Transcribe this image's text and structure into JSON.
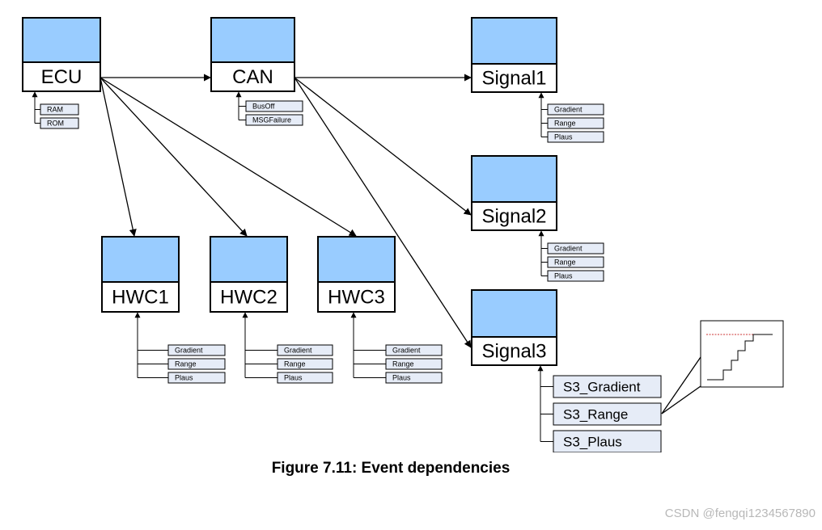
{
  "nodes": [
    {
      "id": "ecu",
      "label": "ECU"
    },
    {
      "id": "can",
      "label": "CAN"
    },
    {
      "id": "signal1",
      "label": "Signal1"
    },
    {
      "id": "signal2",
      "label": "Signal2"
    },
    {
      "id": "signal3",
      "label": "Signal3"
    },
    {
      "id": "hwc1",
      "label": "HWC1"
    },
    {
      "id": "hwc2",
      "label": "HWC2"
    },
    {
      "id": "hwc3",
      "label": "HWC3"
    }
  ],
  "edges": [
    {
      "from": "ecu",
      "to": "can"
    },
    {
      "from": "ecu",
      "to": "hwc1"
    },
    {
      "from": "ecu",
      "to": "hwc2"
    },
    {
      "from": "ecu",
      "to": "hwc3"
    },
    {
      "from": "can",
      "to": "signal1"
    },
    {
      "from": "can",
      "to": "signal2"
    },
    {
      "from": "can",
      "to": "signal3"
    }
  ],
  "subevents": {
    "ecu": [
      "RAM",
      "ROM"
    ],
    "can": [
      "BusOff",
      "MSGFailure"
    ],
    "signal1": [
      "Gradient",
      "Range",
      "Plaus"
    ],
    "signal2": [
      "Gradient",
      "Range",
      "Plaus"
    ],
    "signal3": [
      "S3_Gradient",
      "S3_Range",
      "S3_Plaus"
    ],
    "hwc1": [
      "Gradient",
      "Range",
      "Plaus"
    ],
    "hwc2": [
      "Gradient",
      "Range",
      "Plaus"
    ],
    "hwc3": [
      "Gradient",
      "Range",
      "Plaus"
    ]
  },
  "colors": {
    "node_head": "#99ccff",
    "sub_box": "#e6ecf7",
    "threshold_line": "#cc3333"
  },
  "caption": "Figure 7.11: Event dependencies",
  "watermark": "CSDN @fengqi1234567890"
}
